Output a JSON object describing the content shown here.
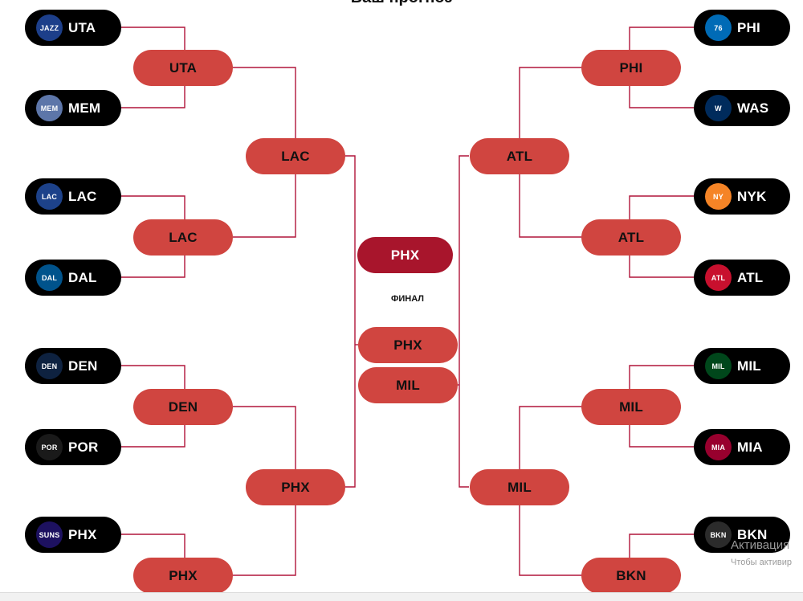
{
  "header": {
    "title": "Ваш прогноз"
  },
  "bracket": {
    "west": {
      "round1": [
        {
          "abbr": "UTA",
          "logo": {
            "icon": "jazz-logo-icon",
            "text": "JAZZ",
            "color": "#1d3f8a"
          }
        },
        {
          "abbr": "MEM",
          "logo": {
            "icon": "grizzlies-logo-icon",
            "text": "MEM",
            "color": "#5d76a9"
          }
        },
        {
          "abbr": "LAC",
          "logo": {
            "icon": "clippers-logo-icon",
            "text": "LAC",
            "color": "#1d428a"
          }
        },
        {
          "abbr": "DAL",
          "logo": {
            "icon": "mavericks-logo-icon",
            "text": "DAL",
            "color": "#00538c"
          }
        },
        {
          "abbr": "DEN",
          "logo": {
            "icon": "nuggets-logo-icon",
            "text": "DEN",
            "color": "#0e2240"
          }
        },
        {
          "abbr": "POR",
          "logo": {
            "icon": "blazers-logo-icon",
            "text": "POR",
            "color": "#1a1a1a"
          }
        },
        {
          "abbr": "PHX",
          "logo": {
            "icon": "suns-logo-icon",
            "text": "SUNS",
            "color": "#1d1160"
          }
        }
      ],
      "round2": [
        "UTA",
        "LAC",
        "DEN",
        "PHX"
      ],
      "semis": [
        "LAC",
        "PHX"
      ]
    },
    "east": {
      "round1": [
        {
          "abbr": "PHI",
          "logo": {
            "icon": "76ers-logo-icon",
            "text": "76",
            "color": "#006bb6"
          }
        },
        {
          "abbr": "WAS",
          "logo": {
            "icon": "wizards-logo-icon",
            "text": "W",
            "color": "#002b5c"
          }
        },
        {
          "abbr": "NYK",
          "logo": {
            "icon": "knicks-logo-icon",
            "text": "NY",
            "color": "#f58426"
          }
        },
        {
          "abbr": "ATL",
          "logo": {
            "icon": "hawks-logo-icon",
            "text": "ATL",
            "color": "#c8102e"
          }
        },
        {
          "abbr": "MIL",
          "logo": {
            "icon": "bucks-logo-icon",
            "text": "MIL",
            "color": "#00471b"
          }
        },
        {
          "abbr": "MIA",
          "logo": {
            "icon": "heat-logo-icon",
            "text": "MIA",
            "color": "#98002e"
          }
        },
        {
          "abbr": "BKN",
          "logo": {
            "icon": "nets-logo-icon",
            "text": "BKN",
            "color": "#2b2b2b"
          }
        }
      ],
      "round2": [
        "PHI",
        "ATL",
        "MIL",
        "BKN"
      ],
      "semis": [
        "ATL",
        "MIL"
      ]
    },
    "final": {
      "label": "ФИНАЛ",
      "top": "PHX",
      "bottom": "MIL"
    },
    "champion": "PHX",
    "connector_color": "#b0153a"
  },
  "overlay": {
    "activation_line1": "Активация",
    "activation_line2": "Чтобы активир"
  }
}
